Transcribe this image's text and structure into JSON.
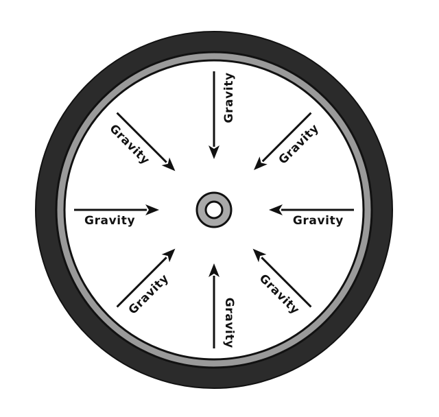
{
  "colors": {
    "background": "#ffffff",
    "tire": "#2b2b2b",
    "rim": "#9a9a9a",
    "outline": "#111111",
    "wheel_face": "#ffffff",
    "hub": "#a9a9a9",
    "arrow": "#111111"
  },
  "arrows": [
    {
      "label": "Gravity"
    },
    {
      "label": "Gravity"
    },
    {
      "label": "Gravity"
    },
    {
      "label": "Gravity"
    },
    {
      "label": "Gravity"
    },
    {
      "label": "Gravity"
    },
    {
      "label": "Gravity"
    },
    {
      "label": "Gravity"
    }
  ]
}
